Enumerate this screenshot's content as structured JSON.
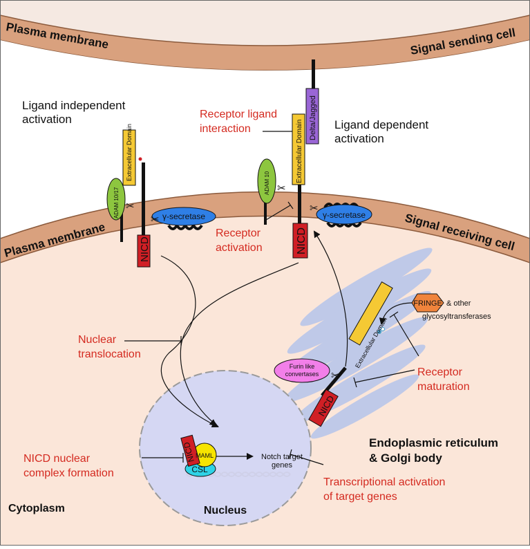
{
  "membranes": {
    "top_left_label": "Plasma membrane",
    "top_right_label": "Signal sending cell",
    "bottom_left_label": "Plasma membrane",
    "bottom_right_label": "Signal receiving cell"
  },
  "proteins": {
    "ligand": "Delta/Jagged",
    "extracellular_domain": "Extracellular Domain",
    "adam_left": "ADAM 10/17",
    "adam_right": "ADAM 10",
    "gamma_secretase": "γ-secretase",
    "nicd": "NICD",
    "maml": "MAML",
    "csl": "CSL",
    "furin_line1": "Furin like",
    "furin_line2": "convertases",
    "fringe": "FRINGE",
    "fringe_rest_line1": "& other",
    "fringe_rest_line2": "glycosyltransferases"
  },
  "headings": {
    "ligand_independent_line1": "Ligand independent",
    "ligand_independent_line2": "activation",
    "ligand_dependent_line1": "Ligand dependent",
    "ligand_dependent_line2": "activation"
  },
  "steps": {
    "receptor_ligand_line1": "Receptor ligand",
    "receptor_ligand_line2": "interaction",
    "receptor_activation_line1": "Receptor",
    "receptor_activation_line2": "activation",
    "nuclear_translocation_line1": "Nuclear",
    "nuclear_translocation_line2": "translocation",
    "receptor_maturation_line1": "Receptor",
    "receptor_maturation_line2": "maturation",
    "nicd_complex_line1": "NICD nuclear",
    "nicd_complex_line2": "complex formation",
    "transcriptional_line1": "Transcriptional activation",
    "transcriptional_line2": "of target genes"
  },
  "regions": {
    "notch_target_line1": "Notch target",
    "notch_target_line2": "genes",
    "er_golgi_line1": "Endoplasmic reticulum",
    "er_golgi_line2": "& Golgi body",
    "cytoplasm": "Cytoplasm",
    "nucleus": "Nucleus"
  },
  "colors": {
    "membrane_fill": "#d9a17e",
    "membrane_edge": "#8b5a3c",
    "sending_cell": "#f5e9e2",
    "cytoplasm": "#fbe6d9",
    "nucleus": "#d5d7f3",
    "golgi": "#b9c6ea",
    "ligand": "#9a66d6",
    "extracellular_domain": "#f5c934",
    "adam": "#8dc63f",
    "gamma_secretase": "#2f7fe6",
    "nicd": "#d01f25",
    "maml": "#f7e400",
    "csl": "#2fd3e6",
    "furin": "#f27fe9",
    "fringe": "#f0843c",
    "label_red": "#d42a20"
  }
}
